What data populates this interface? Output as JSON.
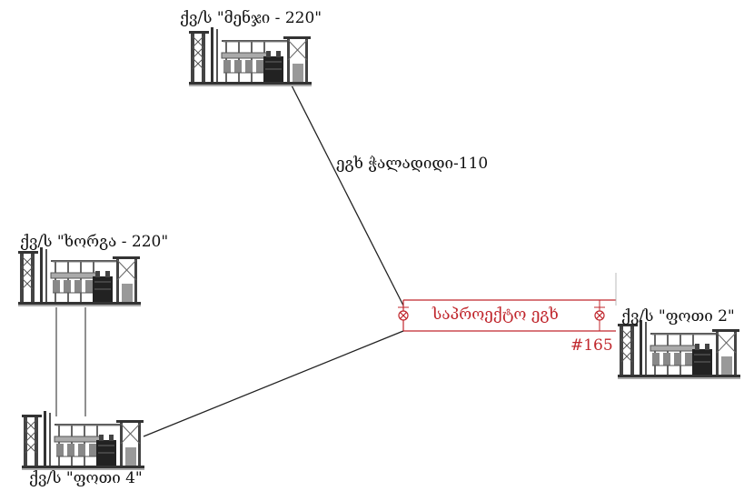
{
  "stations": {
    "menji": {
      "label": "ქვ/ს \"მენჯი - 220\""
    },
    "khorga": {
      "label": "ქვ/ს \"ხორგა - 220\""
    },
    "poti4": {
      "label": "ქვ/ს \"ფოთი 4\""
    },
    "poti2": {
      "label": "ქვ/ს \"ფოთი 2\""
    }
  },
  "lines": {
    "existing_label": "ეგხ ჭალადიდი-110",
    "project_label": "საპროექტო ეგხ",
    "tower_number": "#165"
  },
  "colors": {
    "line": "#222222",
    "project": "#c0272d"
  }
}
